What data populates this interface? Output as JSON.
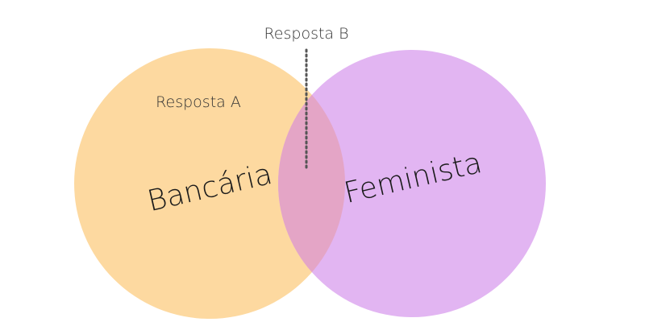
{
  "venn": {
    "set_a": {
      "label": "Bancária",
      "color": "#FDD9A0"
    },
    "set_b": {
      "label": "Feminista",
      "color": "#E2B5F2"
    },
    "intersection_color": "#E4A5C6",
    "annotation_a": "Resposta A",
    "annotation_b": "Resposta B",
    "pointer_color": "#555555"
  }
}
